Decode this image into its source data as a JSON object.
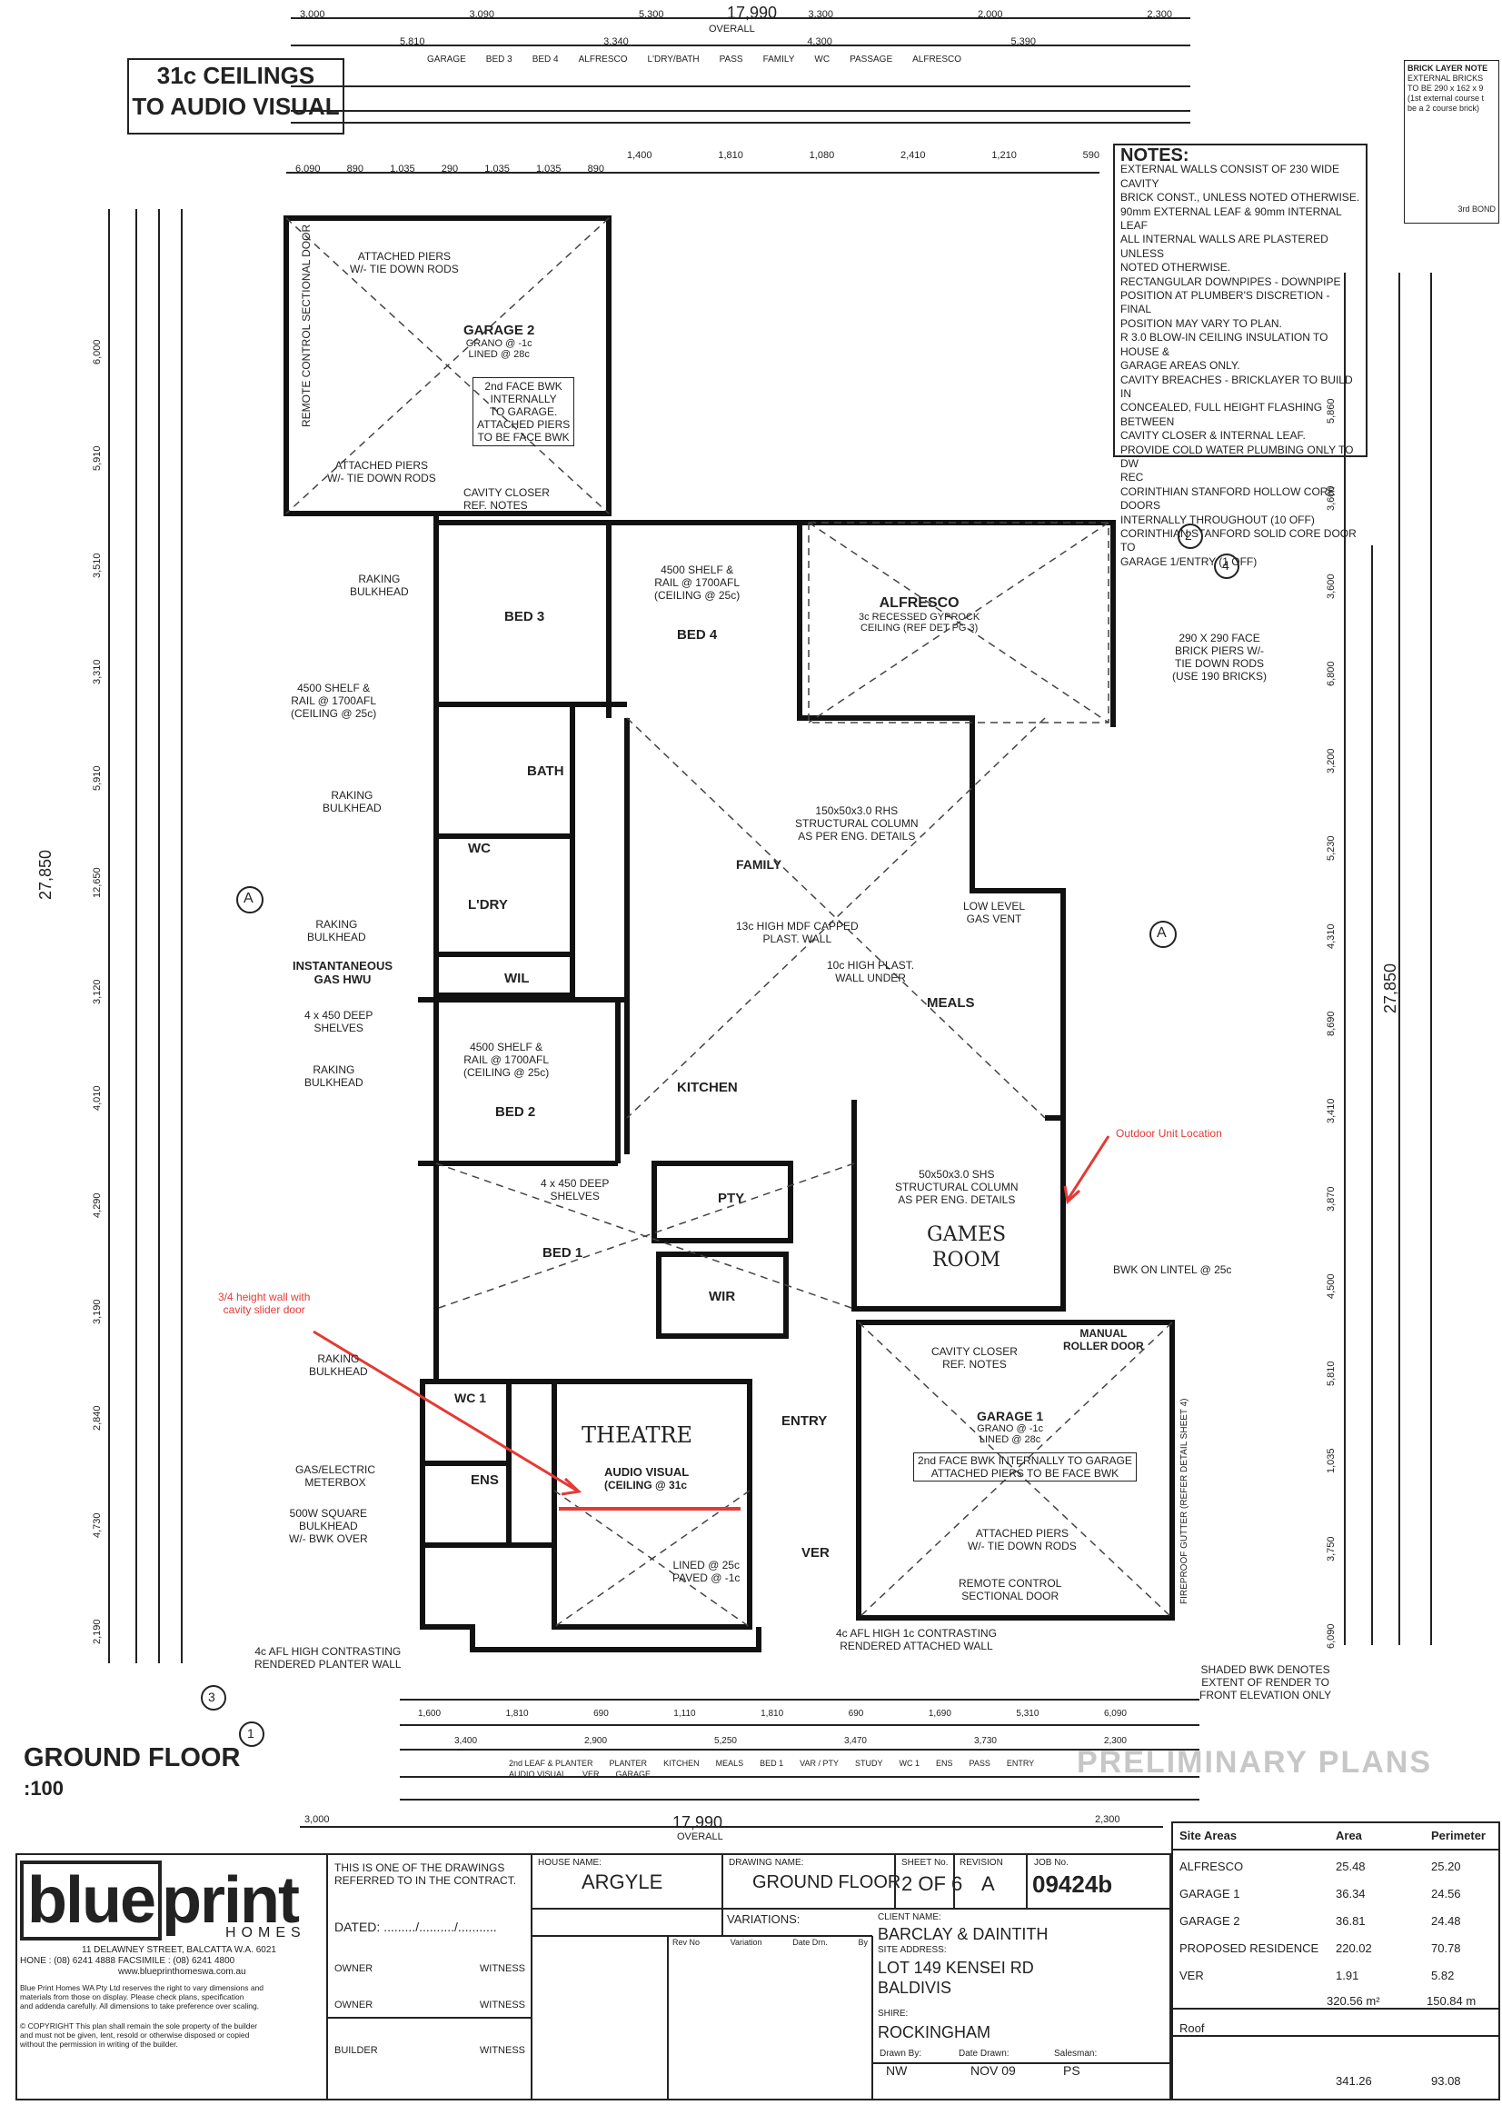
{
  "plan_title": [
    "31c CEILINGS",
    "TO AUDIO VISUAL"
  ],
  "notes": {
    "heading": "NOTES:",
    "lines": [
      "EXTERNAL WALLS CONSIST OF 230 WIDE CAVITY",
      "BRICK CONST., UNLESS NOTED OTHERWISE.",
      "90mm EXTERNAL LEAF & 90mm INTERNAL LEAF",
      "ALL INTERNAL WALLS ARE PLASTERED UNLESS",
      "NOTED OTHERWISE.",
      "RECTANGULAR DOWNPIPES - DOWNPIPE",
      "POSITION AT PLUMBER'S DISCRETION - FINAL",
      "POSITION MAY VARY TO PLAN.",
      "R 3.0 BLOW-IN CEILING INSULATION TO HOUSE &",
      "GARAGE AREAS ONLY.",
      "CAVITY BREACHES - BRICKLAYER TO BUILD IN",
      "CONCEALED, FULL HEIGHT FLASHING BETWEEN",
      "CAVITY CLOSER & INTERNAL LEAF.",
      "PROVIDE COLD WATER PLUMBING ONLY TO DW",
      "REC",
      "CORINTHIAN STANFORD HOLLOW CORE DOORS",
      "INTERNALLY THROUGHOUT (10 OFF)",
      "CORINTHIAN STANFORD SOLID CORE DOOR TO",
      "GARAGE 1/ENTRY (1 OFF)"
    ]
  },
  "brick_note": [
    "BRICK LAYER NOTE",
    "EXTERNAL BRICKS",
    "TO BE 290 x 162 x 9",
    "(1st external course t",
    "be a 2 course brick)",
    "3rd BOND"
  ],
  "rooms": {
    "garage2": [
      "GARAGE 2",
      "GRANO @ -1c",
      "LINED @ 28c"
    ],
    "bed3": "BED 3",
    "bed4": "BED 4",
    "alfresco": [
      "ALFRESCO",
      "3c RECESSED GYPROCK",
      "CEILING (REF DET PG 3)"
    ],
    "bath": "BATH",
    "wc": "WC",
    "ldry": "L'DRY",
    "wil": "WIL",
    "family": "FAMILY",
    "meals": "MEALS",
    "kitchen": "KITCHEN",
    "bed2": "BED 2",
    "bed1": "BED 1",
    "wir": "WIR",
    "pty": "PTY",
    "games": [
      "GAMES",
      "ROOM"
    ],
    "theatre": "THEATRE",
    "audio_visual": [
      "AUDIO VISUAL",
      "(CEILING @ 31c"
    ],
    "entry": "ENTRY",
    "garage1": [
      "GARAGE 1",
      "GRANO @ -1c",
      "LINED @ 28c"
    ],
    "ens": "ENS",
    "wc1": "WC 1",
    "ver": "VER"
  },
  "annotations": {
    "attached_piers_top": [
      "ATTACHED PIERS",
      "W/- TIE DOWN RODS"
    ],
    "remote_sectional": "REMOTE CONTROL SECTIONAL DOOR",
    "second_face_bwk": [
      "2nd FACE BWK",
      "INTERNALLY",
      "TO GARAGE.",
      "ATTACHED PIERS",
      "TO BE FACE BWK"
    ],
    "attached_piers_bottom": [
      "ATTACHED PIERS",
      "W/- TIE DOWN RODS"
    ],
    "cavity_closer": [
      "CAVITY CLOSER",
      "REF. NOTES"
    ],
    "raking_bulkhead": [
      "RAKING",
      "BULKHEAD"
    ],
    "shelf_4500": [
      "4500 SHELF &",
      "RAIL @ 1700AFL",
      "(CEILING @ 25c)"
    ],
    "instant_gas": [
      "INSTANTANEOUS",
      "GAS HWU"
    ],
    "deep_shelves": [
      "4 x 450 DEEP",
      "SHELVES"
    ],
    "gas_meter": [
      "GAS/ELECTRIC",
      "METERBOX"
    ],
    "square_bulkhead": [
      "500W SQUARE",
      "BULKHEAD",
      "W/- BWK OVER"
    ],
    "planter_wall": [
      "4c AFL HIGH CONTRASTING",
      "RENDERED PLANTER WALL"
    ],
    "rhs_column": [
      "150x50x3.0 RHS",
      "STRUCTURAL COLUMN",
      "AS PER ENG. DETAILS"
    ],
    "mdf_wall": [
      "13c HIGH MDF CAPPED",
      "PLAST. WALL"
    ],
    "plast_wall": [
      "10c HIGH PLAST.",
      "WALL UNDER"
    ],
    "low_gas_vent": [
      "LOW LEVEL",
      "GAS VENT"
    ],
    "shs_column": [
      "50x50x3.0 SHS",
      "STRUCTURAL COLUMN",
      "AS PER ENG. DETAILS"
    ],
    "face_brick_piers": [
      "290 X 290 FACE",
      "BRICK PIERS W/-",
      "TIE DOWN RODS",
      "(USE 190 BRICKS)"
    ],
    "bwk_lintel": "BWK ON LINTEL @ 25c",
    "manual_roller": [
      "MANUAL",
      "ROLLER DOOR"
    ],
    "second_face_g1": [
      "2nd FACE BWK INTERNALLY TO GARAGE",
      "ATTACHED PIERS TO BE FACE BWK"
    ],
    "remote_g1": [
      "REMOTE CONTROL",
      "SECTIONAL DOOR"
    ],
    "shaded_bwk": [
      "SHADED BWK DENOTES",
      "EXTENT OF RENDER TO",
      "FRONT ELEVATION ONLY"
    ],
    "attached_wall": [
      "4c AFL HIGH 1c CONTRASTING",
      "RENDERED ATTACHED WALL"
    ],
    "three_quarter_wall": [
      "3/4 height wall with",
      "cavity slider door"
    ],
    "outdoor_unit": "Outdoor Unit Location",
    "fireproof_gutter": "FIREPROOF GUTTER (REFER DETAIL SHEET 4)",
    "lined_paved": [
      "LINED @ 25c",
      "PAVED @ -1c"
    ]
  },
  "dimensions": {
    "overall_width": "17,990",
    "overall_label": "OVERALL",
    "overall_depth": "27,850",
    "top_row1": [
      "3,000",
      "3,090",
      "5,300",
      "3,300",
      "2,000",
      "2,300"
    ],
    "top_row2": [
      "5,810",
      "3,340",
      "4,300",
      "5,390"
    ],
    "top_labels": [
      "GARAGE",
      "BED 3",
      "BED 4",
      "ALFRESCO",
      "L'DRY/BATH",
      "PASS",
      "FAMILY",
      "WC",
      "PASSAGE",
      "ALFRESCO"
    ],
    "garage_top": [
      "6,090",
      "890",
      "1,035",
      "290",
      "1,035",
      "1,035",
      "890"
    ],
    "mid_top": [
      "1,400",
      "1,810",
      "1,080",
      "2,410",
      "1,210",
      "590"
    ],
    "left_dims": [
      "6,000",
      "5,910",
      "3,510",
      "3,310",
      "5,910",
      "12,650",
      "3,120",
      "4,010",
      "4,290",
      "3,190",
      "2,840",
      "4,730",
      "2,190"
    ],
    "right_dims": [
      "5,860",
      "3,600",
      "3,600",
      "6,800",
      "3,200",
      "5,230",
      "4,310",
      "8,690",
      "3,410",
      "3,870",
      "4,500",
      "5,810",
      "1,035",
      "3,750",
      "6,090"
    ],
    "bottom_row": [
      "1,600",
      "1,810",
      "690",
      "1,110",
      "1,810",
      "690",
      "1,690",
      "5,310",
      "6,090"
    ],
    "bottom_row2": [
      "3,400",
      "2,900",
      "5,250",
      "3,470",
      "3,730",
      "2,300"
    ],
    "bottom_labels": [
      "2nd LEAF & PLANTER",
      "PLANTER",
      "KITCHEN",
      "MEALS",
      "BED 1",
      "VAR / PTY",
      "STUDY",
      "WC 1",
      "ENS",
      "PASS",
      "ENTRY",
      "AUDIO VISUAL",
      "VER",
      "GARAGE"
    ],
    "bottom_outer": [
      "3,000",
      "2,300"
    ]
  },
  "markers": {
    "section_a_left": "A",
    "section_a_right": "A",
    "elev_2": "2",
    "elev_4": "4",
    "elev_3": "3",
    "elev_1": "1"
  },
  "footer": {
    "ground_floor": "GROUND FLOOR",
    "scale": ":100",
    "preliminary": "PRELIMINARY PLANS"
  },
  "title_block": {
    "logo": [
      "blue",
      "print"
    ],
    "homes": "HOMES",
    "address": "11 DELAWNEY STREET, BALCATTA W.A. 6021",
    "phone": "HONE : (08) 6241 4888  FACSIMILE : (08) 6241 4800",
    "web": "www.blueprinthomeswa.com.au",
    "disclaimer": [
      "Blue Print Homes WA Pty Ltd reserves the right to vary dimensions and",
      "materials from those on display. Please check plans, specification",
      "and addenda carefully. All dimensions to take preference over scaling."
    ],
    "copyright": [
      "© COPYRIGHT This plan shall remain the sole property of the builder",
      "and must not be given, lent, resold or otherwise disposed or copied",
      "without the permission in writing of the builder."
    ],
    "contract_note": [
      "THIS IS ONE OF THE DRAWINGS",
      "REFERRED TO IN THE CONTRACT."
    ],
    "dated_label": "DATED:",
    "dated_value": "........./........../...........",
    "owner": "OWNER",
    "witness": "WITNESS",
    "builder": "BUILDER",
    "house_name_label": "HOUSE NAME:",
    "house_name": "ARGYLE",
    "drawing_name_label": "DRAWING NAME:",
    "drawing_name": "GROUND FLOOR",
    "sheet_label": "SHEET No.",
    "sheet": "2 OF 6",
    "revision_label": "REVISION",
    "revision": "A",
    "job_label": "JOB No.",
    "job": "09424b",
    "variations_label": "VARIATIONS:",
    "variation_cols": [
      "Rev No",
      "Variation",
      "Date Drn.",
      "By"
    ],
    "client_label": "CLIENT NAME:",
    "client": "BARCLAY & DAINTITH",
    "site_label": "SITE ADDRESS:",
    "site": [
      "LOT 149 KENSEI RD",
      "BALDIVIS"
    ],
    "shire_label": "SHIRE:",
    "shire": "ROCKINGHAM",
    "drawn_by_label": "Drawn By:",
    "drawn_by": "NW",
    "date_drawn_label": "Date Drawn:",
    "date_drawn": "NOV 09",
    "salesman_label": "Salesman:",
    "salesman": "PS"
  },
  "site_areas": {
    "headers": [
      "Site Areas",
      "Area",
      "Perimeter"
    ],
    "rows": [
      {
        "name": "ALFRESCO",
        "area": "25.48",
        "perimeter": "25.20"
      },
      {
        "name": "GARAGE 1",
        "area": "36.34",
        "perimeter": "24.56"
      },
      {
        "name": "GARAGE 2",
        "area": "36.81",
        "perimeter": "24.48"
      },
      {
        "name": "PROPOSED RESIDENCE",
        "area": "220.02",
        "perimeter": "70.78"
      },
      {
        "name": "VER",
        "area": "1.91",
        "perimeter": "5.82"
      }
    ],
    "total_area": "320.56 m²",
    "total_perimeter": "150.84 m",
    "roof_label": "Roof",
    "roof_area": "341.26",
    "roof_perimeter": "93.08"
  },
  "colors": {
    "line": "#222222",
    "red_annotation": "#e53935",
    "paper": "#ffffff"
  }
}
